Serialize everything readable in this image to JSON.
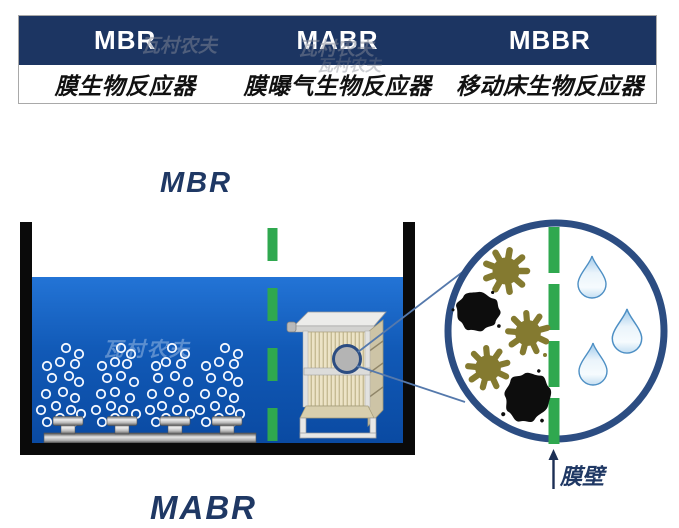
{
  "header": {
    "columns": [
      {
        "abbr": "MBR",
        "name": "膜生物反应器"
      },
      {
        "abbr": "MABR",
        "name": "膜曝气生物反应器"
      },
      {
        "abbr": "MBBR",
        "name": "移动床生物反应器"
      }
    ]
  },
  "watermark_text": "瓦村农夫",
  "diagram": {
    "section_title": "MBR",
    "bottom_section_title": "MABR",
    "membrane_wall_label": "膜壁",
    "icons": [
      "aeration-diffuser-icon",
      "air-bubble-icon",
      "membrane-module-icon",
      "microbe-icon",
      "sludge-blob-icon",
      "water-drop-icon",
      "membrane-dashed-line-icon",
      "magnifier-callout-circle-icon",
      "up-arrow-icon"
    ]
  },
  "colors": {
    "header_navy": "#1c3562",
    "title_navy": "#1f3864",
    "water_blue_top": "#2374d6",
    "water_blue_bottom": "#0a4aa2",
    "membrane_green": "#2fa84f",
    "microbe_olive": "#847a30",
    "microbe_black": "#0d0d0d",
    "callout_ring": "#2c4d82",
    "drop_stroke": "#4d8fc4",
    "tank_wall_black": "#0a0a0a"
  }
}
